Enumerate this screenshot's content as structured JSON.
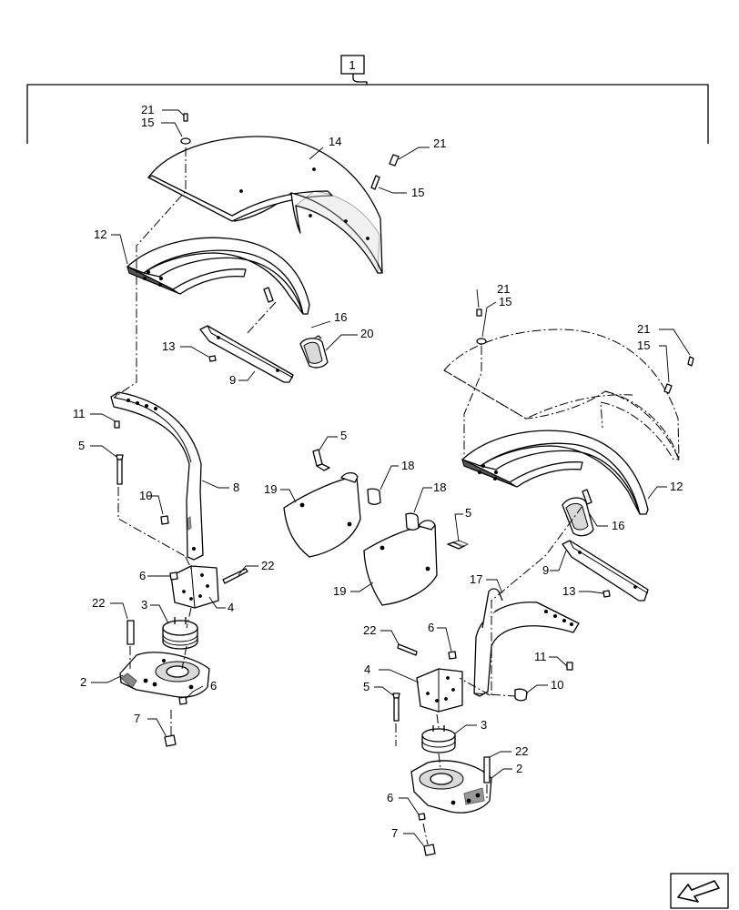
{
  "assembly_ref": "1",
  "callouts": {
    "c2a": "2",
    "c2b": "2",
    "c3a": "3",
    "c3b": "3",
    "c4a": "4",
    "c4b": "4",
    "c5a": "5",
    "c5b": "5",
    "c5c": "5",
    "c5d": "5",
    "c6a": "6",
    "c6b": "6",
    "c6c": "6",
    "c6d": "6",
    "c7a": "7",
    "c7b": "7",
    "c8": "8",
    "c9a": "9",
    "c9b": "9",
    "c10a": "10",
    "c10b": "10",
    "c11a": "11",
    "c11b": "11",
    "c12a": "12",
    "c12b": "12",
    "c13a": "13",
    "c13b": "13",
    "c14": "14",
    "c15a": "15",
    "c15b": "15",
    "c15c": "15",
    "c15d": "15",
    "c16a": "16",
    "c16b": "16",
    "c17": "17",
    "c18a": "18",
    "c18b": "18",
    "c19a": "19",
    "c19b": "19",
    "c20": "20",
    "c21a": "21",
    "c21b": "21",
    "c21c": "21",
    "c21d": "21",
    "c22a": "22",
    "c22b": "22",
    "c22c": "22"
  },
  "icons": {
    "nav": "arrow-return-icon"
  }
}
